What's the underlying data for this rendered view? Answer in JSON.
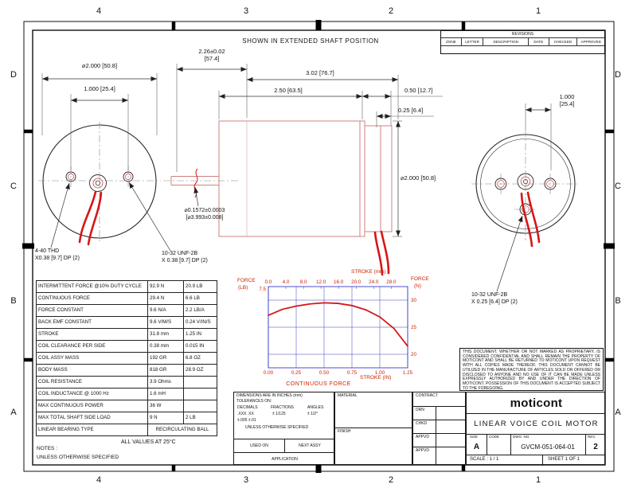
{
  "sheet": {
    "zones_top": [
      "4",
      "3",
      "2",
      "1"
    ],
    "zones_bottom": [
      "4",
      "3",
      "2",
      "1"
    ],
    "zones_left": [
      "D",
      "C",
      "B",
      "A"
    ],
    "zones_right": [
      "D",
      "C",
      "B",
      "A"
    ]
  },
  "revisions": {
    "title": "REVISIONS",
    "columns": [
      "ZONE",
      "LETTER",
      "DESCRIPTION",
      "DATE",
      "CHECKED",
      "APPROVED"
    ]
  },
  "drawing": {
    "shown_note": "SHOWN IN EXTENDED SHAFT POSITION",
    "left_view": {
      "dia": "⌀2.000 [50.8]",
      "hole_spacing": "1.000 [25.4]",
      "callout_440": [
        "4-40 THD",
        "X0.38 [9.7] DP (2)"
      ],
      "callout_1032": [
        "10-32 UNF-2B",
        "X 0.38 [9.7] DP (2)"
      ]
    },
    "side_view": {
      "dim_shaft_ext": [
        "2.26±0.02",
        "[57.4]"
      ],
      "dim_overall": "3.02 [76.7]",
      "dim_body": "2.50 [63.5]",
      "dim_cap": "0.50 [12.7]",
      "dim_step": "0.25 [6.4]",
      "dia_body": "⌀2.000 [50.8]",
      "dia_shaft": [
        "⌀0.1572±0.0003",
        "[⌀3.993±0.008]"
      ]
    },
    "right_view": {
      "hole_spacing": [
        "1.000",
        "[25.4]"
      ],
      "callout_1032": [
        "10-32 UNF-2B",
        "X 0.25 [6.4] DP (2)"
      ]
    }
  },
  "spec_table": {
    "rows": [
      {
        "label": "INTERMITTENT FORCE @10% DUTY CYCLE",
        "v1": "92.9 N",
        "v2": "20.9 LB"
      },
      {
        "label": "CONTINUOUS FORCE",
        "v1": "29.4 N",
        "v2": "6.6 LB"
      },
      {
        "label": "FORCE CONSTANT",
        "v1": "9.6 N/A",
        "v2": "2.2 LB/A"
      },
      {
        "label": "BACK EMF CONSTANT",
        "v1": "9.6 V/M/S",
        "v2": "0.24 V/IN/S"
      },
      {
        "label": "STROKE",
        "v1": "31.8 mm",
        "v2": "1.25 IN"
      },
      {
        "label": "COIL CLEARANCE PER SIDE",
        "v1": "0.38 mm",
        "v2": "0.015 IN"
      },
      {
        "label": "COIL ASSY MASS",
        "v1": "192 GR",
        "v2": "6.8 OZ"
      },
      {
        "label": "BODY MASS",
        "v1": "818 GR",
        "v2": "28.9 OZ"
      },
      {
        "label": "COIL RESISTANCE",
        "v1": "3.9 Ohms",
        "v2": ""
      },
      {
        "label": "COIL INDUCTANCE @ 1000 Hz",
        "v1": "1.6 mH",
        "v2": ""
      },
      {
        "label": "MAX CONTINUOUS POWER",
        "v1": "36 W",
        "v2": ""
      },
      {
        "label": "MAX TOTAL SHAFT SIDE LOAD",
        "v1": "9 N",
        "v2": "2 LB"
      },
      {
        "label": "LINEAR BEARING TYPE",
        "v1": "RECIRCULATING BALL",
        "v2": null
      }
    ]
  },
  "notes": {
    "all_values": "ALL VALUES AT 25°C",
    "notes_label": "NOTES :",
    "unless": "UNLESS OTHERWISE SPECIFIED"
  },
  "chart_data": {
    "type": "line",
    "title": "CONTINUOUS FORCE",
    "x_bottom": {
      "label": "STROKE (IN)",
      "ticks": [
        "0.00",
        "0.25",
        "0.50",
        "0.75",
        "1.00",
        "1.25"
      ],
      "range": [
        0,
        1.25
      ]
    },
    "x_top": {
      "label": "STROKE (mm)",
      "ticks": [
        "0.0",
        "4.0",
        "8.0",
        "12.0",
        "16.0",
        "20.0",
        "24.0",
        "28.0"
      ],
      "range": [
        0,
        31.75
      ]
    },
    "y_left": {
      "label_lines": [
        "FORCE",
        "(LB)"
      ],
      "ticks": [
        "7.5"
      ]
    },
    "y_right": {
      "label_lines": [
        "FORCE",
        "(N)"
      ],
      "ticks": [
        30,
        25,
        20
      ],
      "range": [
        17.5,
        32.5
      ]
    },
    "grid_on": true,
    "legend": "none",
    "grid_color": "#3a3ac8",
    "curve_color": "#d61616",
    "series": [
      {
        "name": "Continuous force vs stroke",
        "x_in": [
          0,
          0.125,
          0.25,
          0.375,
          0.5,
          0.625,
          0.75,
          0.875,
          1.0,
          1.125,
          1.25
        ],
        "force_n": [
          27.2,
          28.3,
          28.9,
          29.3,
          29.5,
          29.4,
          29.0,
          28.2,
          26.9,
          24.8,
          21.5
        ]
      }
    ]
  },
  "tolerance_block": {
    "line1": "DIMENSIONS ARE IN INCHES (mm)",
    "line2": "TOLERANCES ON:",
    "line3a": "DECIMALS",
    "line3b": "FRACTIONS",
    "line3c": "ANGLES",
    "line4a": ".XXX  .XX",
    "line4b": "±  1/125",
    "line4c": "± 1/2°",
    "line5": "±.005  ±.01",
    "line6": "UNLESS OTHERWISE SPECIFIED",
    "used_on": "USED ON",
    "next_assy": "NEXT ASSY",
    "application": "APPLICATION"
  },
  "blocks": {
    "material": "MATERIAL",
    "finish": "FINISH",
    "contract": "CONTRACT",
    "sign_rows": [
      "DRN",
      "CHKD",
      "APPVD",
      "APPVD"
    ]
  },
  "title_block": {
    "logo": "moticont",
    "title": "LINEAR VOICE COIL MOTOR",
    "size_label": "SIZE",
    "size": "A",
    "code_label": "CODE",
    "dwg_label": "DWG. NO.",
    "dwg_no": "GVCM-051-064-01",
    "rev_label": "REV.",
    "rev": "2",
    "scale": "SCALE :  1 / 1",
    "sheet": "SHEET  1  OF  1"
  },
  "proprietary": "THIS DOCUMENT, WHETHER OR NOT MARKED AS PROPRIETARY, IS CONSIDERED CONFIDENTIAL AND SHALL REMAIN THE PROPERTY OF MOTICONT AND SHALL BE RETURNED TO MOTICONT UPON REQUEST WITH ALL COPIES MADE THEREOF. THIS DOCUMENT CANNOT BE UTILIZED IN THE MANUFACTURE OF ARTICLES SOLD OR OFFERED OR DISCLOSED TO ANYONE AND NO USE OF IT CAN BE MADE UNLESS EXPRESSLY AUTHORIZED BY AND UNDER THE DIRECTION OF MOTICONT. POSSESSION OF THIS DOCUMENT IS ACCEPTED SUBJECT TO THE FOREGOING."
}
